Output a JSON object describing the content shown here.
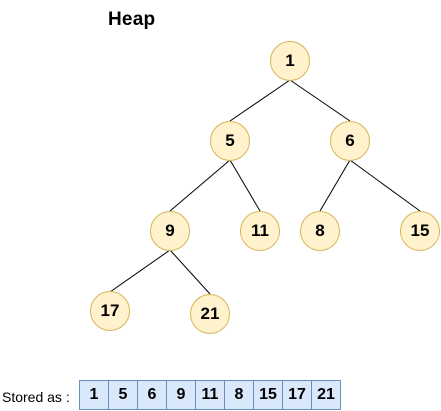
{
  "title": "Heap",
  "nodes": [
    "1",
    "5",
    "6",
    "9",
    "11",
    "8",
    "15",
    "17",
    "21"
  ],
  "stored_label": "Stored as :",
  "array": [
    "1",
    "5",
    "6",
    "9",
    "11",
    "8",
    "15",
    "17",
    "21"
  ],
  "colors": {
    "node_fill": "#fff2cc",
    "node_stroke": "#d6b656",
    "cell_fill": "#dae8fc",
    "cell_stroke": "#6c8ebf"
  }
}
